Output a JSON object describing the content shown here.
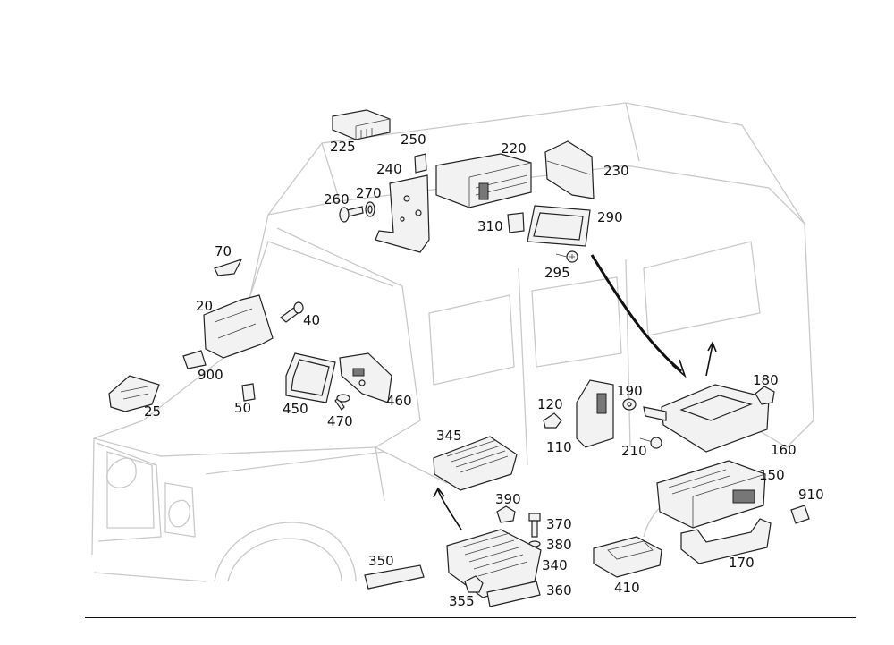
{
  "labels": {
    "p20": "20",
    "p25": "25",
    "p40": "40",
    "p50": "50",
    "p70": "70",
    "p110": "110",
    "p120": "120",
    "p150": "150",
    "p160": "160",
    "p170": "170",
    "p180": "180",
    "p190": "190",
    "p210": "210",
    "p220": "220",
    "p225": "225",
    "p230": "230",
    "p240": "240",
    "p250": "250",
    "p260": "260",
    "p270": "270",
    "p290": "290",
    "p295": "295",
    "p310": "310",
    "p340": "340",
    "p345": "345",
    "p350": "350",
    "p355": "355",
    "p360": "360",
    "p370": "370",
    "p380": "380",
    "p390": "390",
    "p410": "410",
    "p450": "450",
    "p460": "460",
    "p470": "470",
    "p900": "900",
    "p910": "910"
  }
}
